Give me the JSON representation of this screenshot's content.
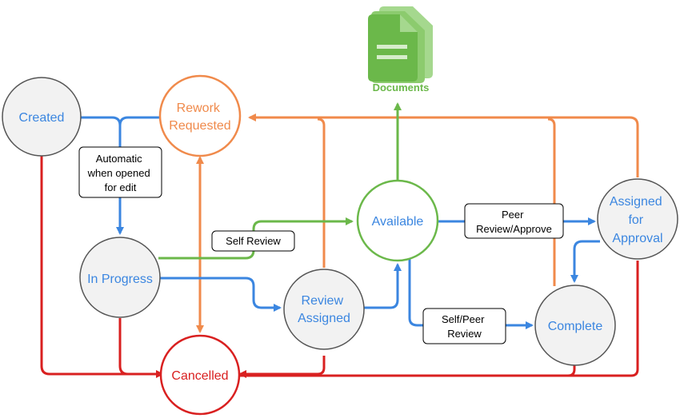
{
  "colors": {
    "blue": "#3B86E0",
    "orange": "#F08A4B",
    "red": "#D92020",
    "green": "#6BB84A",
    "node_fill": "#F2F2F2",
    "node_stroke": "#555555"
  },
  "documents": {
    "label": "Documents",
    "icon": "document-icon"
  },
  "states": {
    "created": [
      "Created"
    ],
    "rework": [
      "Rework",
      "Requested"
    ],
    "in_progress": [
      "In Progress"
    ],
    "cancelled": [
      "Cancelled"
    ],
    "review_assigned": [
      "Review",
      "Assigned"
    ],
    "available": [
      "Available"
    ],
    "complete": [
      "Complete"
    ],
    "assigned_approval": [
      "Assigned",
      "for",
      "Approval"
    ]
  },
  "transitions": {
    "automatic": [
      "Automatic",
      "when opened",
      "for edit"
    ],
    "self_review": [
      "Self Review"
    ],
    "peer_review_approve": [
      "Peer",
      "Review/Approve"
    ],
    "self_peer_review": [
      "Self/Peer",
      "Review"
    ]
  }
}
